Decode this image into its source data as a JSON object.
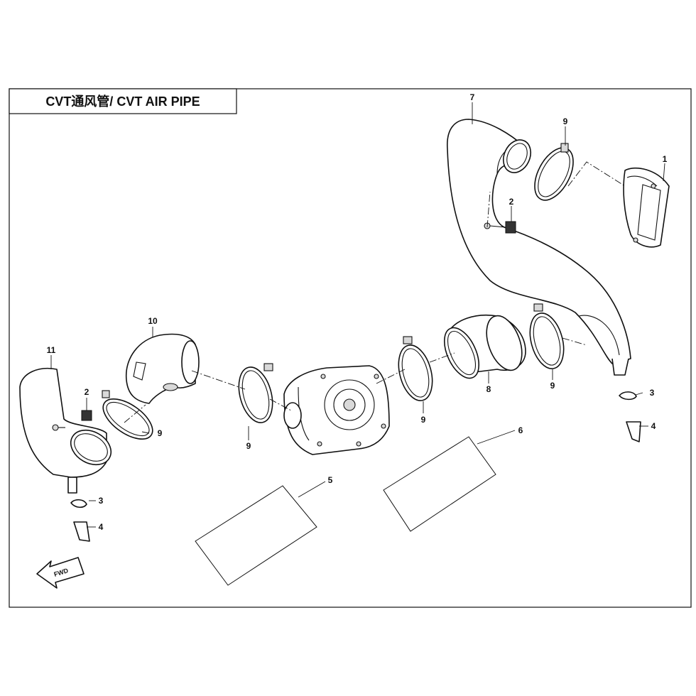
{
  "title": "CVT通风管/ CVT AIR PIPE",
  "callouts": {
    "c1": "1",
    "c2a": "2",
    "c2b": "2",
    "c3a": "3",
    "c3b": "3",
    "c4a": "4",
    "c4b": "4",
    "c5": "5",
    "c6": "6",
    "c7": "7",
    "c8": "8",
    "c9a": "9",
    "c9b": "9",
    "c9c": "9",
    "c9d": "9",
    "c9e": "9",
    "c10": "10",
    "c11": "11"
  },
  "fwd_label": "FWD",
  "icons": {
    "fwd_arrow": "fwd-arrow-icon"
  }
}
